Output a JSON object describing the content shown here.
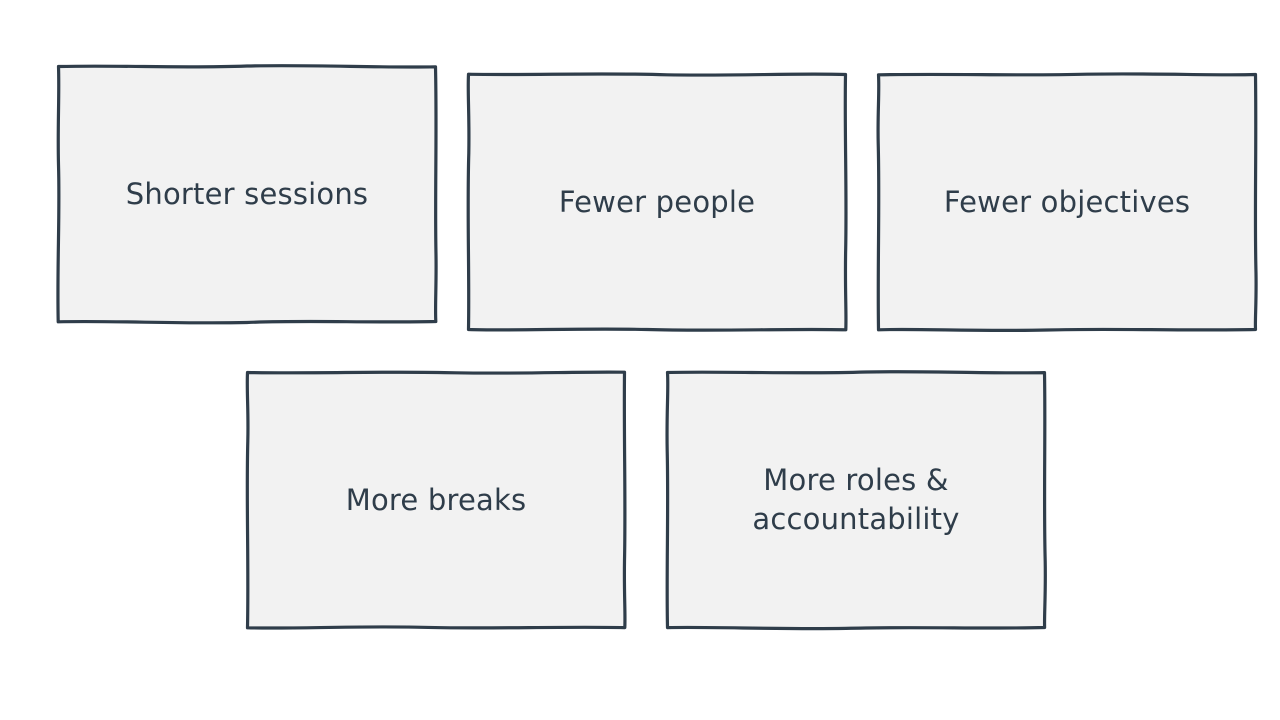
{
  "colors": {
    "card_fill": "#f2f2f2",
    "card_stroke": "#2f3d4a",
    "text": "#2f3d4a",
    "background": "#ffffff"
  },
  "cards": [
    {
      "label": "Shorter sessions"
    },
    {
      "label": "Fewer people"
    },
    {
      "label": "Fewer objectives"
    },
    {
      "label": "More breaks"
    },
    {
      "label": "More roles & accountability"
    }
  ]
}
